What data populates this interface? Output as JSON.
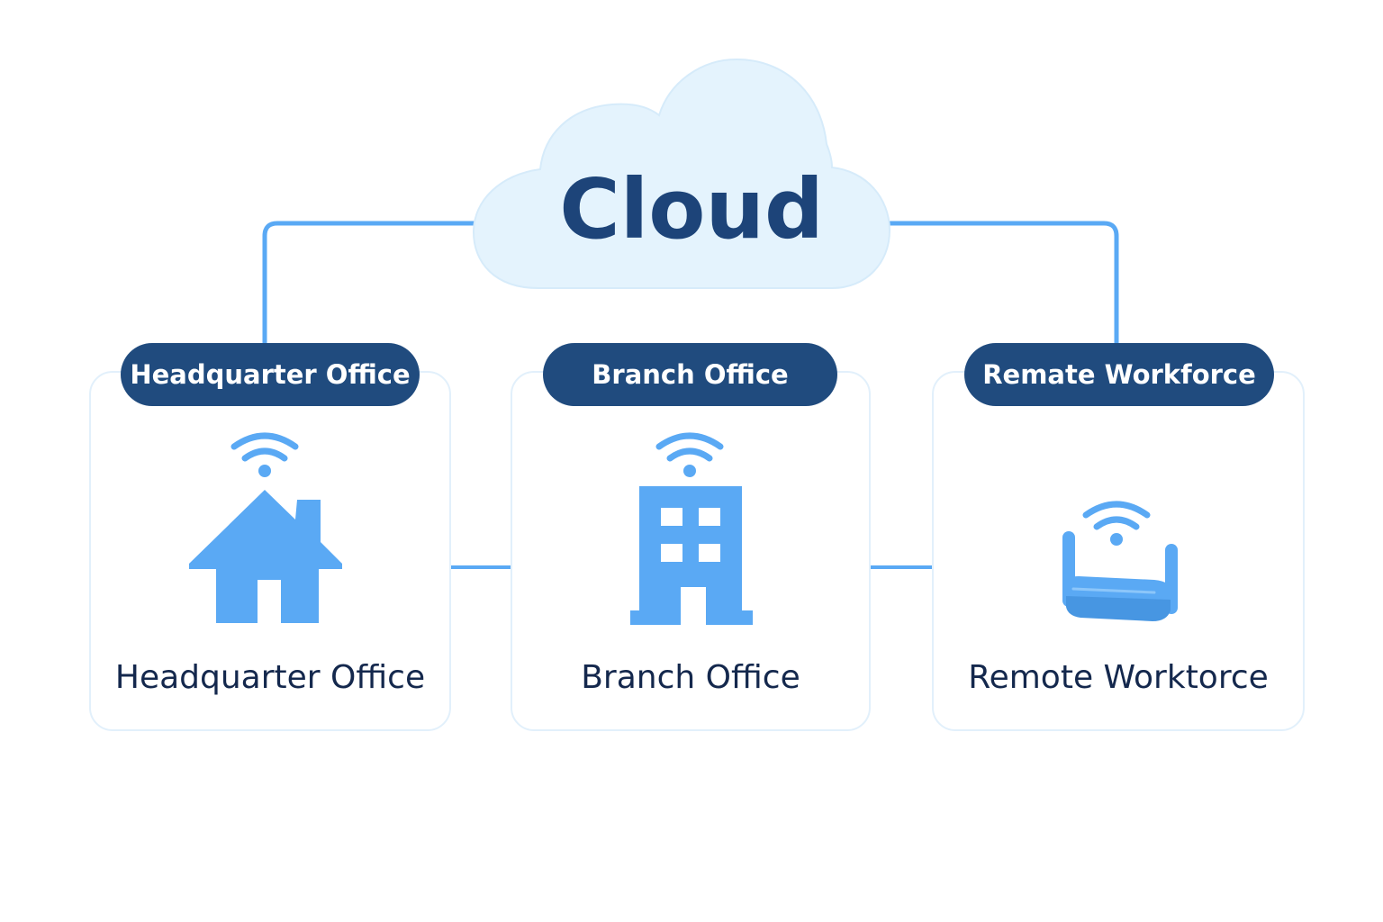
{
  "cloud": {
    "label": "Cloud",
    "icon": "cloud-icon"
  },
  "nodes": [
    {
      "pill_label": "Headquarter Office",
      "caption": "Headquarter Office",
      "icon": "house-icon",
      "signal_icon": "wifi-icon"
    },
    {
      "pill_label": "Branch Office",
      "caption": "Branch Office",
      "icon": "office-building-icon",
      "signal_icon": "wifi-icon"
    },
    {
      "pill_label": "Remate Workforce",
      "caption": "Remote Worktorce",
      "icon": "wireless-router-icon",
      "signal_icon": "wifi-icon"
    }
  ],
  "connections": [
    {
      "from": "Cloud",
      "to": "Headquarter Office",
      "style": "line"
    },
    {
      "from": "Cloud",
      "to": "Remate Workforce",
      "style": "line"
    },
    {
      "from": "Headquarter Office",
      "to": "Branch Office",
      "style": "bidirectional-arrow"
    },
    {
      "from": "Branch Office",
      "to": "Remate Workforce",
      "style": "bidirectional-arrow"
    }
  ],
  "colors": {
    "accent": "#5aa9f4",
    "dark_navy": "#204b7e",
    "text_navy": "#1d4479",
    "cloud_fill": "#e4f3fd",
    "card_border": "#e2f0fb"
  }
}
